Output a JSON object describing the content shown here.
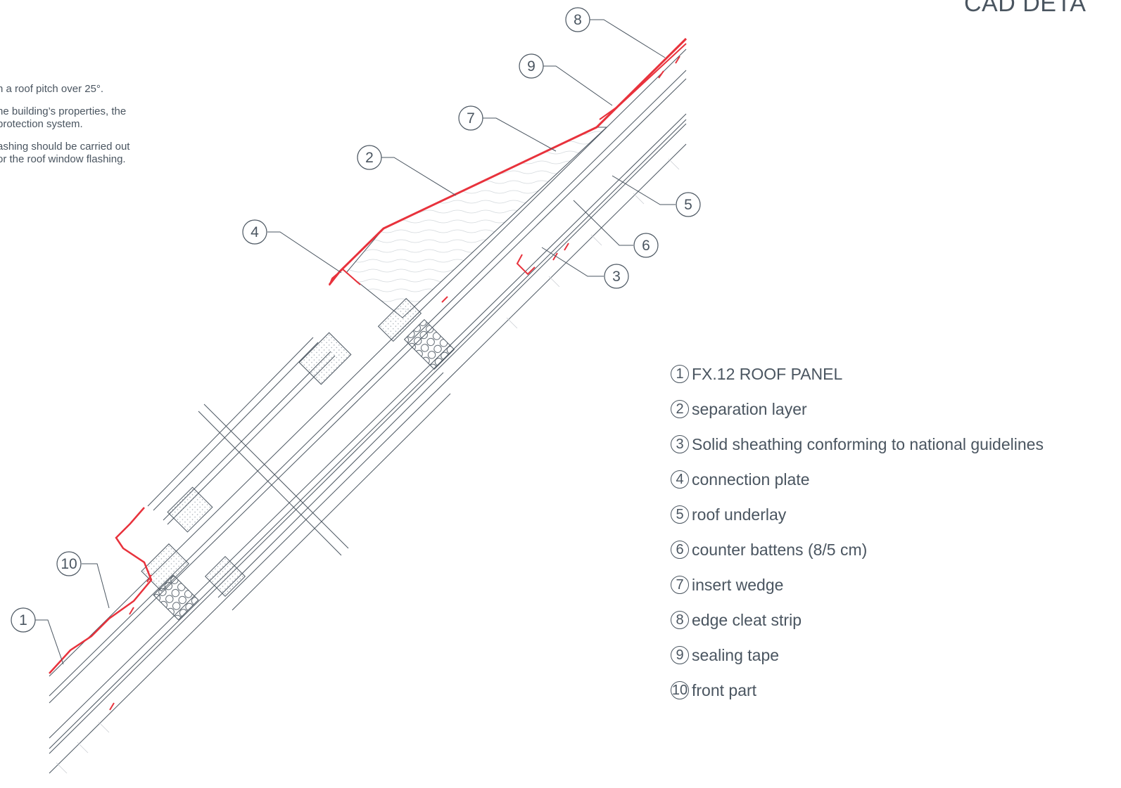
{
  "header": {
    "title": "CAD DETA"
  },
  "notes": [
    "n a roof pitch over 25°.",
    "he building’s properties, the\nprotection system.",
    "ashing should be carried out\nor the roof window flashing."
  ],
  "callouts": [
    "8",
    "9",
    "7",
    "2",
    "5",
    "6",
    "4",
    "3",
    "10",
    "1"
  ],
  "legend": [
    {
      "num": "1",
      "label": "FX.12 ROOF PANEL"
    },
    {
      "num": "2",
      "label": "separation layer"
    },
    {
      "num": "3",
      "label": "Solid sheathing conforming to national guidelines"
    },
    {
      "num": "4",
      "label": "connection plate"
    },
    {
      "num": "5",
      "label": "roof underlay"
    },
    {
      "num": "6",
      "label": "counter battens (8/5 cm)"
    },
    {
      "num": "7",
      "label": "insert wedge"
    },
    {
      "num": "8",
      "label": "edge cleat strip"
    },
    {
      "num": "9",
      "label": "sealing tape"
    },
    {
      "num": "10",
      "label": "front part"
    }
  ],
  "colors": {
    "line": "#4a5560",
    "accent": "#e8323c",
    "hatch": "#c9ced3"
  }
}
